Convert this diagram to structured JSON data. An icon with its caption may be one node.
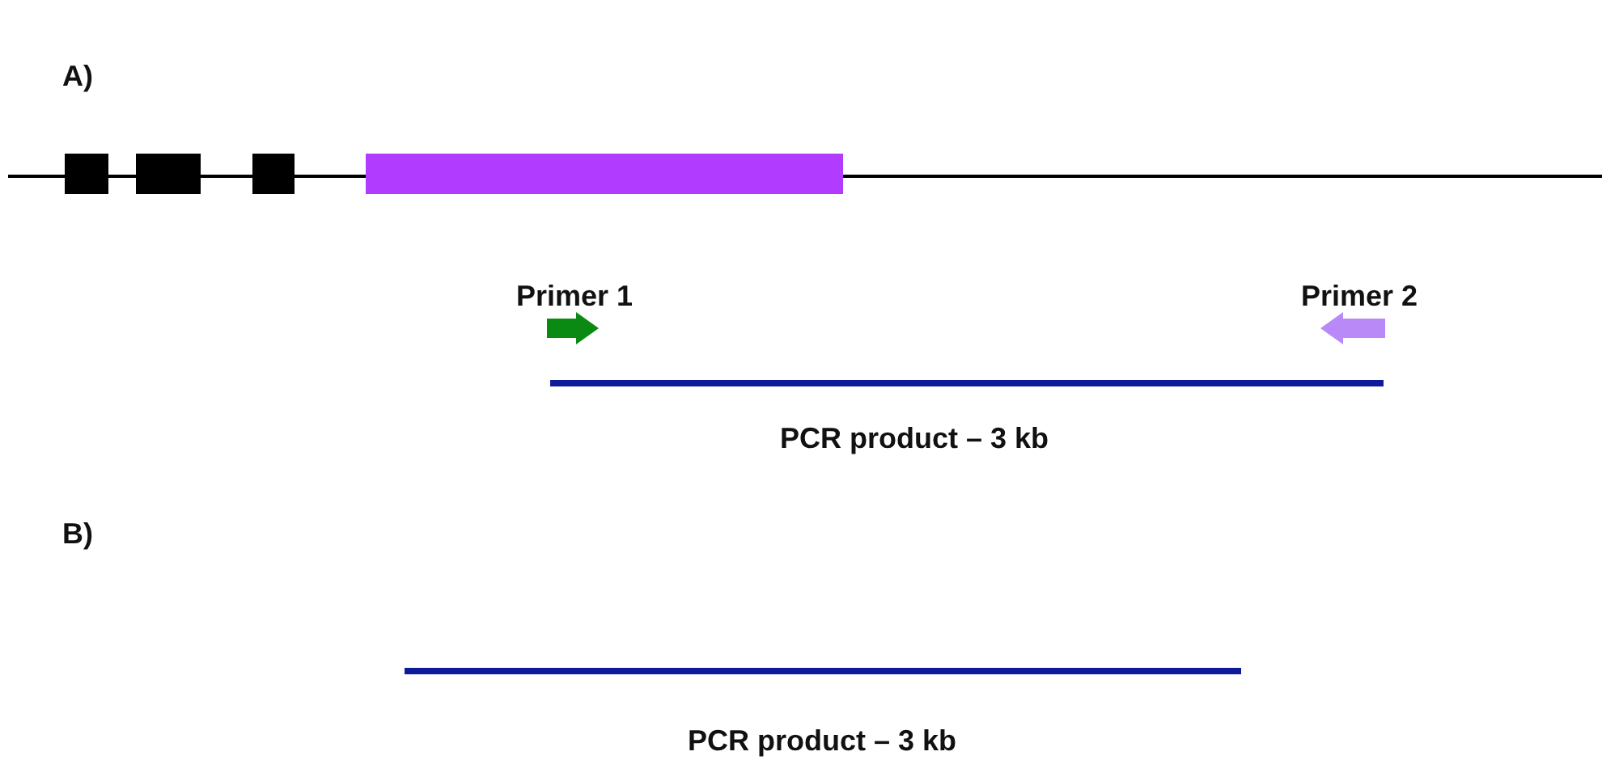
{
  "diagram": {
    "labels": [
      "A)",
      "Primer 1",
      "Primer 2",
      "PCR product – 3 kb",
      "B)",
      "PCR product – 3 kb"
    ]
  }
}
